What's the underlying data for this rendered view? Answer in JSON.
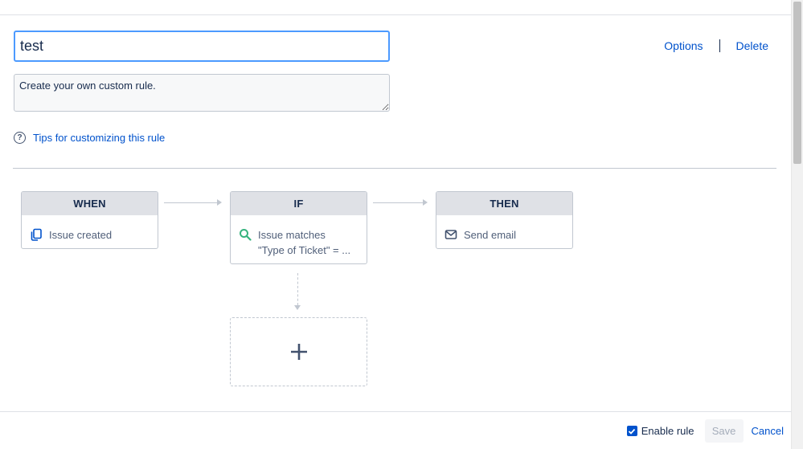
{
  "rule": {
    "name": "test",
    "description": "Create your own custom rule."
  },
  "header": {
    "options_label": "Options",
    "delete_label": "Delete"
  },
  "tips": {
    "label": "Tips for customizing this rule",
    "icon": "question-circle-icon"
  },
  "flow": {
    "when": {
      "title": "WHEN",
      "text": "Issue created",
      "icon": "issue-copy-icon"
    },
    "if": {
      "title": "IF",
      "line1": "Issue matches",
      "line2": "\"Type of Ticket\" = ...",
      "icon": "search-icon"
    },
    "then": {
      "title": "THEN",
      "text": "Send email",
      "icon": "envelope-icon"
    },
    "add_icon": "plus-icon"
  },
  "footer": {
    "enable_label": "Enable rule",
    "enabled": true,
    "save_label": "Save",
    "cancel_label": "Cancel"
  },
  "colors": {
    "accent": "#0052cc",
    "focus_border": "#4c9aff",
    "search_icon": "#36b37e"
  }
}
